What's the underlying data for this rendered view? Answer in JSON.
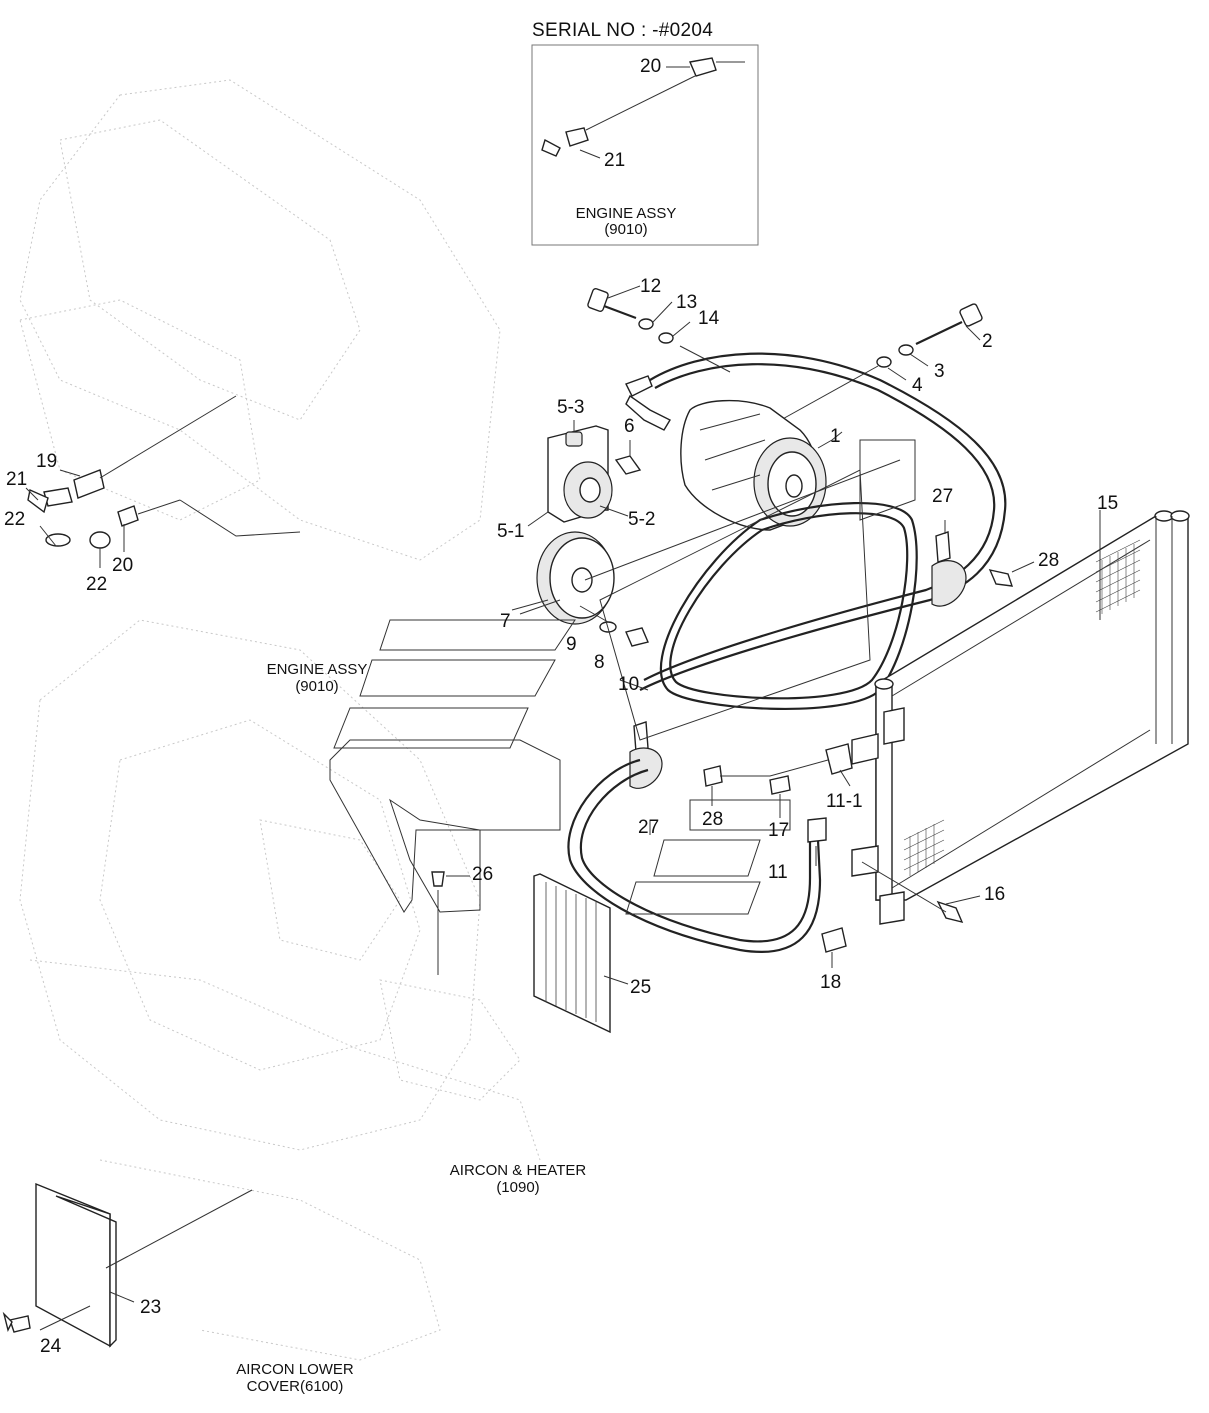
{
  "inset": {
    "serial": "SERIAL NO : -#0204",
    "ref_line1": "ENGINE ASSY",
    "ref_line2": "(9010)"
  },
  "refs": {
    "engine_1": "ENGINE ASSY",
    "engine_2": "(9010)",
    "aircon_1": "AIRCON & HEATER",
    "aircon_2": "(1090)",
    "cover_1": "AIRCON LOWER",
    "cover_2": "COVER(6100)"
  },
  "callouts": {
    "inset_20": "20",
    "inset_21": "21",
    "p12": "12",
    "p13": "13",
    "p14": "14",
    "p2": "2",
    "p3": "3",
    "p4": "4",
    "p1": "1",
    "p5_3": "5-3",
    "p6": "6",
    "p5_1": "5-1",
    "p5_2": "5-2",
    "p27a": "27",
    "p15": "15",
    "p28a": "28",
    "p19": "19",
    "p21": "21",
    "p22a": "22",
    "p22b": "22",
    "p20": "20",
    "p7": "7",
    "p9": "9",
    "p8": "8",
    "p10": "10",
    "p11_1": "11-1",
    "p27b": "27",
    "p28b": "28",
    "p17": "17",
    "p11": "11",
    "p26": "26",
    "p16": "16",
    "p18": "18",
    "p25": "25",
    "p23": "23",
    "p24": "24"
  },
  "colors": {
    "line": "#222222",
    "ghost": "#c8c8c8",
    "label": "#111111"
  },
  "icons": [
    "compressor-icon",
    "pulley-icon",
    "bracket-icon",
    "belt-icon",
    "condenser-icon",
    "bolt-icon",
    "washer-icon",
    "hose-icon",
    "clamp-icon",
    "cover-panel-icon",
    "filter-icon",
    "valve-icon"
  ]
}
